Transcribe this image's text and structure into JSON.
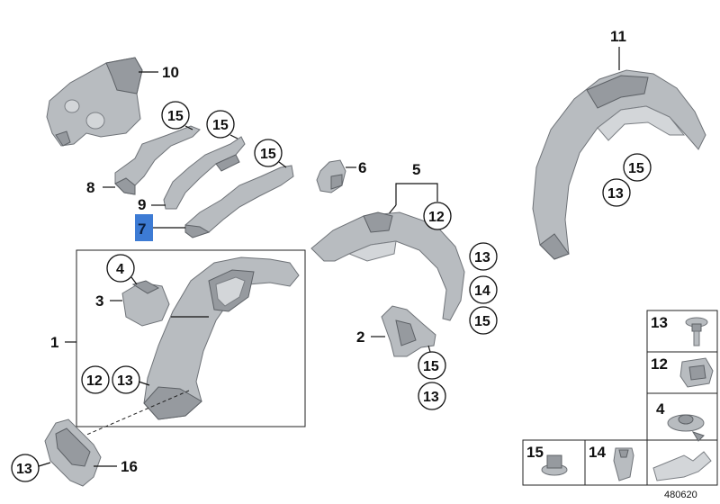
{
  "callouts": {
    "c1": "1",
    "c2": "2",
    "c3": "3",
    "c4a": "4",
    "c4b": "4",
    "c5": "5",
    "c6": "6",
    "c7": "7",
    "c8": "8",
    "c9": "9",
    "c10": "10",
    "c11": "11",
    "c12a": "12",
    "c12b": "12",
    "c12c": "12",
    "c13a": "13",
    "c13b": "13",
    "c13c": "13",
    "c13d": "13",
    "c13e": "13",
    "c13f": "13",
    "c14a": "14",
    "c14b": "14",
    "c15a": "15",
    "c15b": "15",
    "c15c": "15",
    "c15d": "15",
    "c15e": "15",
    "c15f": "15",
    "c16": "16"
  },
  "highlight_color": "#3d7bd4",
  "drawing_number": "480620"
}
